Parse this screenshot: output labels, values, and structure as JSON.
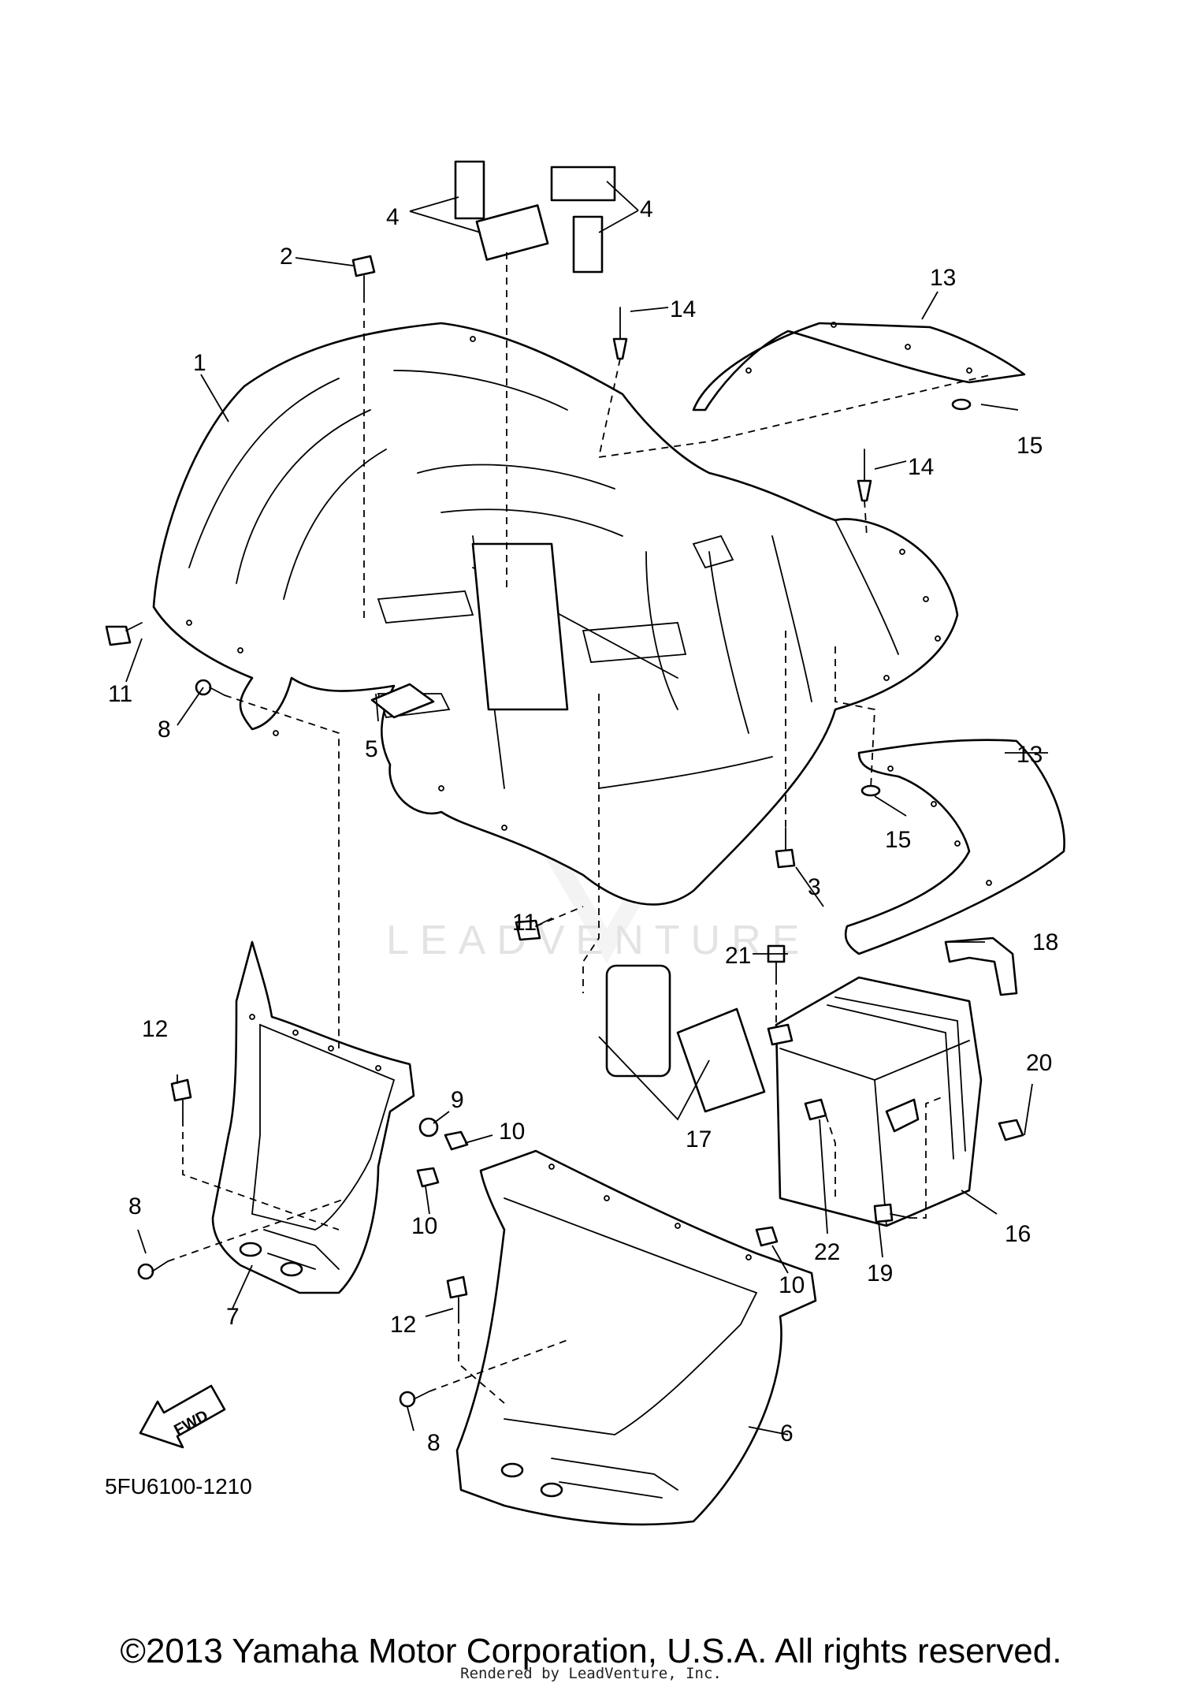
{
  "watermark": "LEADVENTURE",
  "diagram_code": "5FU6100-1210",
  "fwd_label": "FWD",
  "copyright": "©2013 Yamaha Motor Corporation, U.S.A. All rights reserved.",
  "rendered_by": "Rendered by LeadVenture, Inc.",
  "callouts": [
    "1",
    "2",
    "3",
    "4",
    "4",
    "5",
    "6",
    "7",
    "8",
    "8",
    "8",
    "9",
    "10",
    "10",
    "10",
    "11",
    "11",
    "12",
    "12",
    "13",
    "13",
    "14",
    "14",
    "15",
    "15",
    "16",
    "17",
    "18",
    "19",
    "20",
    "21",
    "22"
  ]
}
